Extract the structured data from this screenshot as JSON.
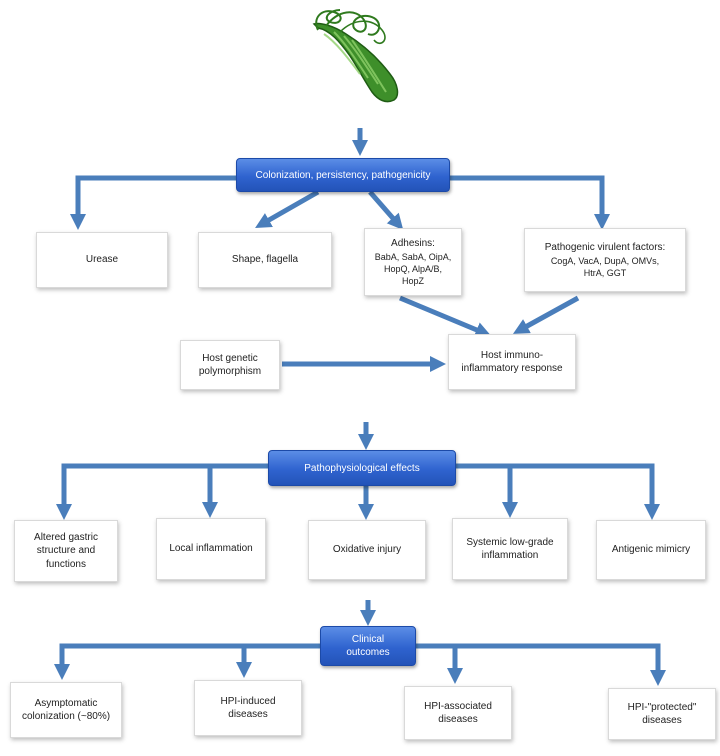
{
  "colors": {
    "arrow": "#4a7ebb",
    "header": "#2f63cf",
    "bacterium": "#3e8f2a"
  },
  "icons": {
    "top": "bacterium-icon"
  },
  "header1": "Colonization, persistency, pathogenicity",
  "row1": {
    "urease": "Urease",
    "shape": "Shape, flagella",
    "adhesins_title": "Adhesins:",
    "adhesins_list": "BabA, SabA, OipA,\nHopQ, AlpA/B,\nHopZ",
    "virulent_title": "Pathogenic virulent factors:",
    "virulent_list": "CogA, VacA, DupA, OMVs,\nHtrA, GGT"
  },
  "row2": {
    "host_genetic": "Host genetic\npolymorphism",
    "host_immuno": "Host immuno-\ninflammatory response"
  },
  "header2": "Pathophysiological effects",
  "row3": {
    "altered": "Altered gastric\nstructure and\nfunctions",
    "local": "Local inflammation",
    "oxidative": "Oxidative injury",
    "systemic": "Systemic low-grade\ninflammation",
    "antigenic": "Antigenic mimicry"
  },
  "header3": "Clinical\noutcomes",
  "row4": {
    "asymptomatic": "Asymptomatic\ncolonization (~80%)",
    "induced": "HPI-induced\ndiseases",
    "associated": "HPI-associated\ndiseases",
    "protected": "HPI-\"protected\"\ndiseases"
  }
}
